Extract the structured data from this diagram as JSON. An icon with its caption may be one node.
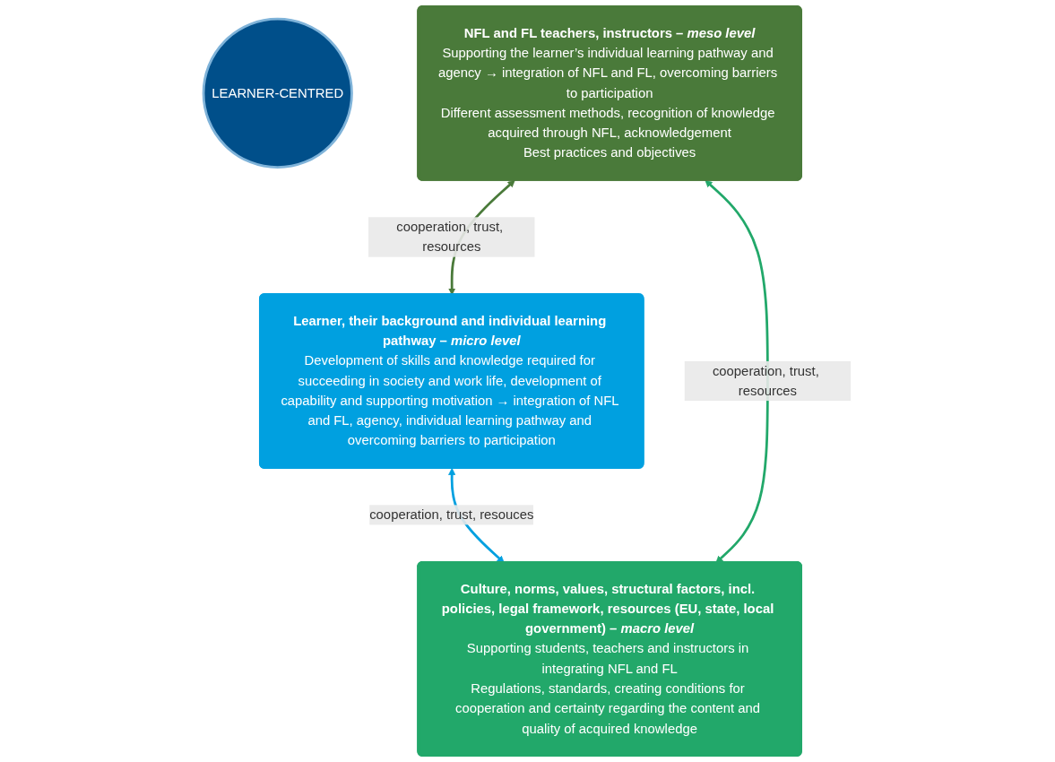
{
  "diagram": {
    "nodes": [
      {
        "text": [
          "Learner, their background and individual learning pathway – *micro level*",
          "Development of skills and knowledge required for succeeding in society and work life, development of capability and supporting motivation → integration of NFL and FL, agency, individual learning pathway and overcoming barriers to participation"
        ]
      },
      {
        "text": [
          "LEARNER-CENTRED"
        ]
      },
      {
        "text": [
          "NFL and FL teachers, instructors – *meso level*",
          "Supporting the learner’s individual learning pathway and agency → integration of NFL and FL, overcoming barriers to participation",
          "Different assessment methods, recognition of knowledge acquired through NFL, acknowledgement",
          "Best practices and objectives"
        ]
      },
      {
        "text": [
          "Culture, norms, values, structural factors, incl. policies, legal framework, resources (EU, state, local government) – *macro level*",
          "Supporting students, teachers and instructors in integrating NFL and FL",
          "Regulations, standards, creating conditions for cooperation and certainty regarding the content and quality of acquired knowledge"
        ]
      }
    ],
    "edges": [
      {
        "from": 2,
        "to": 0,
        "arrow": "both",
        "label": "cooperation, trust, resources",
        "color": "#4a7a3a"
      },
      {
        "from": 0,
        "to": 3,
        "arrow": "both",
        "label": "cooperation, trust, resouces",
        "color": "#00a0e0"
      },
      {
        "from": 2,
        "to": 3,
        "arrow": "both",
        "label": "cooperation, trust, resources",
        "color": "#22a86a"
      }
    ]
  }
}
